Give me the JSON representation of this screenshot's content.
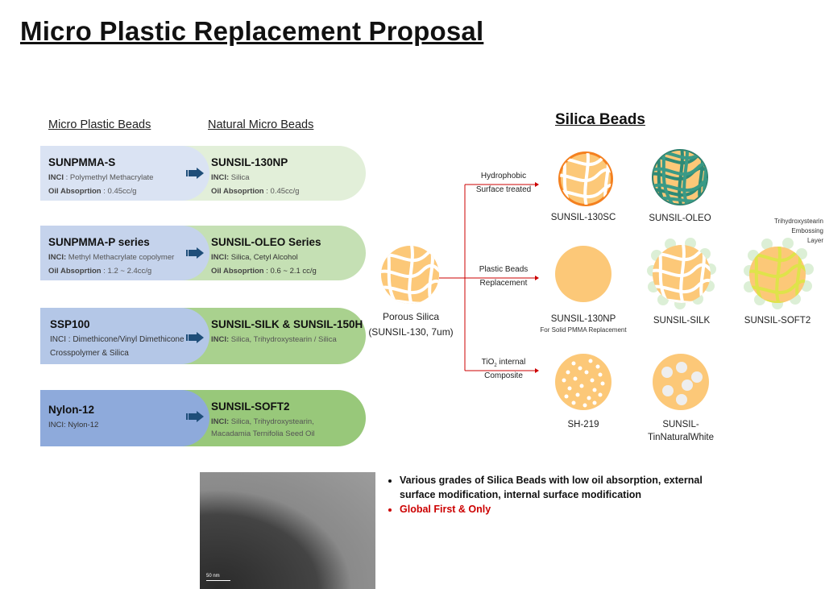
{
  "title": "Micro Plastic Replacement Proposal",
  "left_header": "Micro Plastic Beads",
  "right_header": "Natural Micro Beads",
  "rows": [
    {
      "left_name": "SUNPMMA-S",
      "left_inci_label": "INCI",
      "left_inci": " : Polymethyl Methacrylate",
      "left_oil_label": "Oil Absoprtion",
      "left_oil": " : 0.45cc/g",
      "right_name": "SUNSIL-130NP",
      "right_inci_label": "INCI:",
      "right_inci": " Silica",
      "right_oil_label": "Oil Absoprtion",
      "right_oil": " : 0.45cc/g"
    },
    {
      "left_name": "SUNPMMA-P series",
      "left_inci_label": "INCI:",
      "left_inci": " Methyl Methacrylate copolymer",
      "left_oil_label": "Oil Absoprtion",
      "left_oil": " : 1.2 ~ 2.4cc/g",
      "right_name": "SUNSIL-OLEO Series",
      "right_inci_label": "INCI:",
      "right_inci": " Silica, Cetyl Alcohol",
      "right_oil_label": "Oil Absoprtion",
      "right_oil": " : 0.6 ~ 2.1 cc/g"
    },
    {
      "left_name": "SSP100",
      "left_inci_line1": "INCI : Dimethicone/Vinyl Dimethicone",
      "left_inci_line2": "Crosspolymer & Silica",
      "right_name": "SUNSIL-SILK & SUNSIL-150H",
      "right_inci_label": "INCI:",
      "right_inci": " Silica, Trihydroxystearin / Silica"
    },
    {
      "left_name": "Nylon-12",
      "left_inci": "INCI: Nylon-12",
      "right_name": "SUNSIL-SOFT2",
      "right_inci_label": "INCI:",
      "right_inci": " Silica, Trihydroxystearin,",
      "right_inci_line2": "Macadamia Ternifolia Seed Oil"
    }
  ],
  "silica_title": "Silica Beads",
  "porous": {
    "line1": "Porous Silica",
    "line2": "(SUNSIL-130, 7um)"
  },
  "branches": [
    {
      "line1": "Hydrophobic",
      "line2": "Surface treated"
    },
    {
      "line1": "Plastic Beads",
      "line2": "Replacement"
    },
    {
      "line1_a": "TiO",
      "line1_sub": "2",
      "line1_b": " internal",
      "line2": "Composite"
    }
  ],
  "beads": {
    "sunsil_130sc": "SUNSIL-130SC",
    "sunsil_oleo": "SUNSIL-OLEO",
    "sunsil_130np": "SUNSIL-130NP",
    "sunsil_130np_note": "For Solid PMMA Replacement",
    "sunsil_silk": "SUNSIL-SILK",
    "sunsil_soft2": "SUNSIL-SOFT2",
    "soft2_note": [
      "Trihydroxystearin",
      "Embossing",
      "Layer"
    ],
    "sh219": "SH-219",
    "tin_line1": "SUNSIL-",
    "tin_line2": "TinNaturalWhite"
  },
  "tem_scale": "50 nm",
  "bullets": [
    "Various grades of Silica Beads with low oil absorption, external surface modification, internal surface modification",
    "Global First & Only"
  ],
  "colors": {
    "accent_red": "#cc0000",
    "bead_orange": "#fcc878",
    "left_blue": "#dae3f3",
    "right_green": "#e2efd9",
    "arrow": "#1f4e79"
  }
}
